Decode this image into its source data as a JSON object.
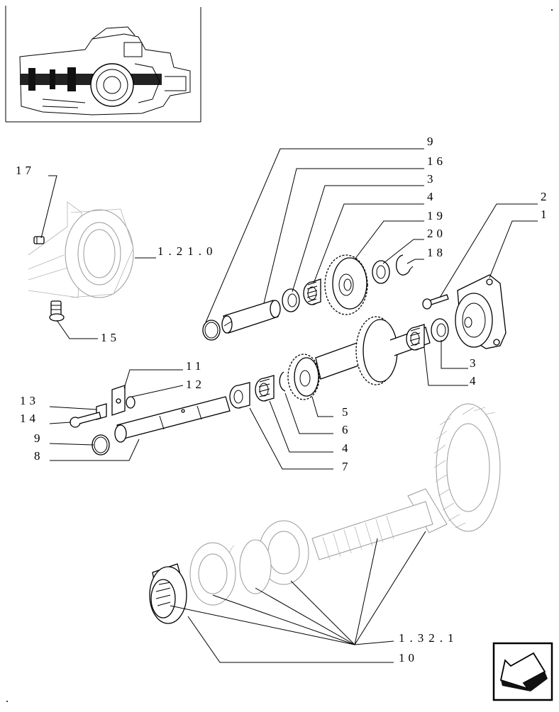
{
  "callouts": {
    "c9a": "9",
    "c16": "16",
    "c3a": "3",
    "c4a": "4",
    "c19": "19",
    "c20": "20",
    "c18": "18",
    "c2": "2",
    "c1": "1",
    "c17": "17",
    "ref_1210": "1.21.0",
    "c15": "15",
    "c11": "11",
    "c12": "12",
    "c13": "13",
    "c14": "14",
    "c9b": "9",
    "c8": "8",
    "c3b": "3",
    "c4b": "4",
    "c5": "5",
    "c6": "6",
    "c4c": "4",
    "c7": "7",
    "ref_1321": "1.32.1",
    "c10": "10"
  },
  "icons": {
    "thumbnail": "gearbox-overview-thumbnail",
    "nav": "previous-page-arrow-icon"
  }
}
